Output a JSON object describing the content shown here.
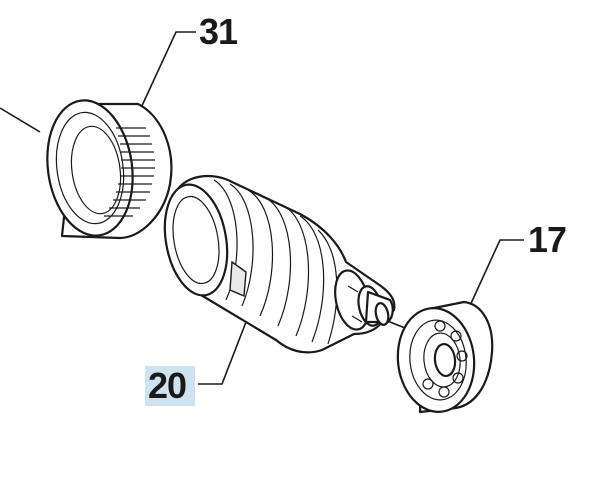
{
  "diagram": {
    "callouts": [
      {
        "id": "31",
        "label": "31"
      },
      {
        "id": "17",
        "label": "17"
      },
      {
        "id": "20",
        "label": "20",
        "highlight_color": "#cfe2f0"
      }
    ]
  },
  "colors": {
    "ink": "#1a1a1a",
    "background": "#ffffff",
    "highlight": "#cfe2f0"
  }
}
